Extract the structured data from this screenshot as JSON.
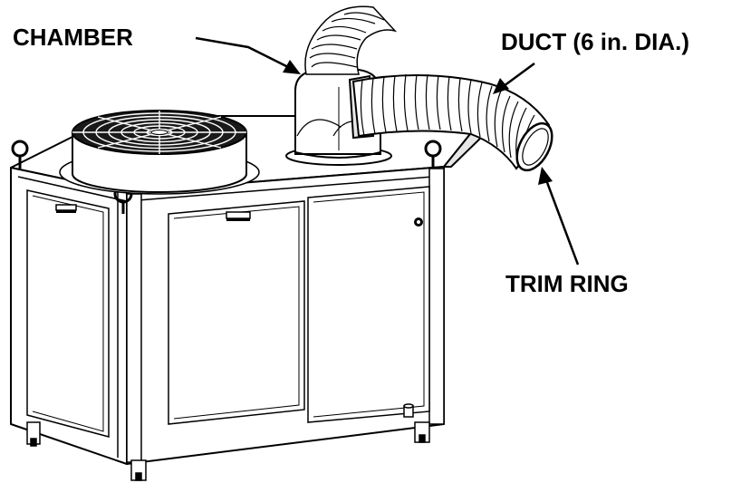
{
  "labels": {
    "chamber": "CHAMBER",
    "duct": "DUCT (6 in. DIA.)",
    "trim_ring": "TRIM RING"
  },
  "colors": {
    "ink": "#000000",
    "paper": "#ffffff",
    "shade": "#e6e6e6",
    "grille": "#1a1a1a"
  }
}
